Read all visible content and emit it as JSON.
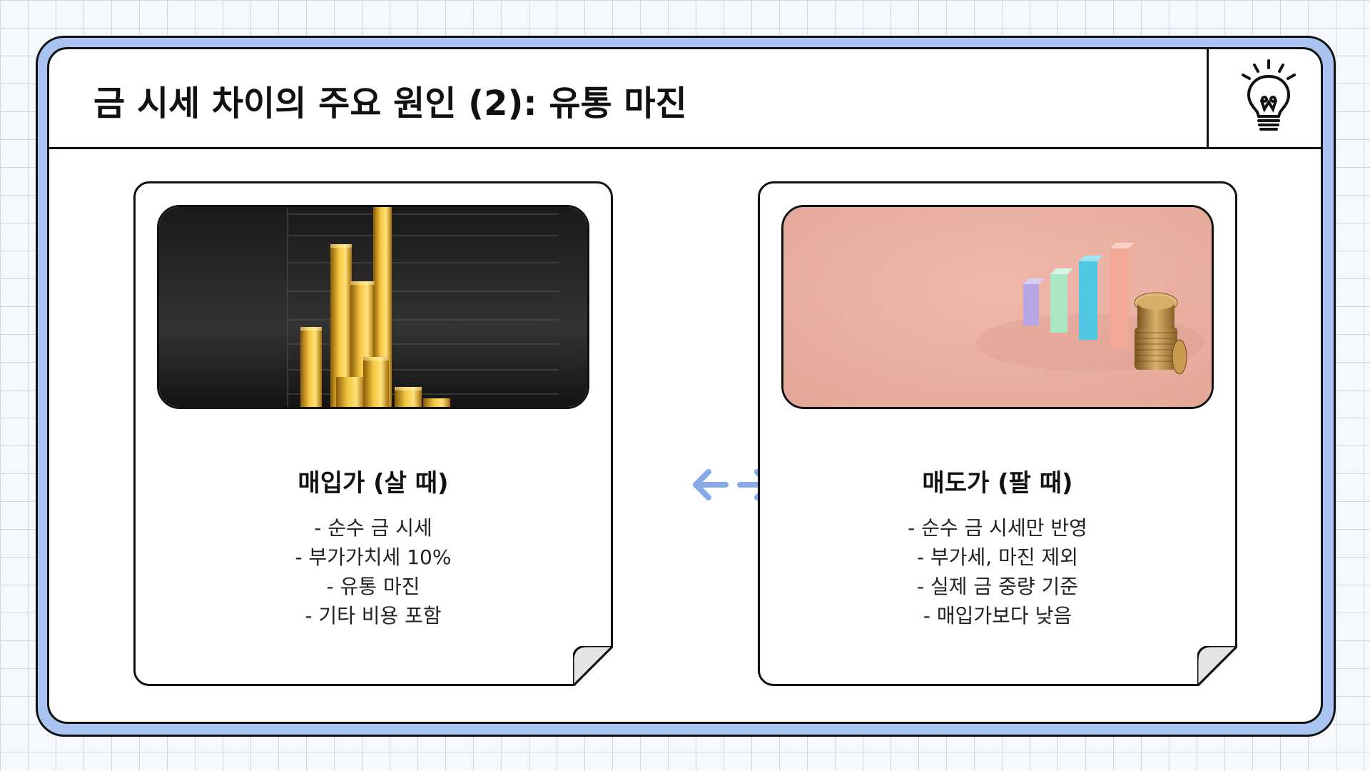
{
  "title": "금 시세 차이의 주요 원인 (2): 유통 마진",
  "header_icon": "lightbulb-icon",
  "center_icon": "double-arrow-icon",
  "accent_color": "#a9c4f0",
  "left_card": {
    "title": "매입가 (살 때)",
    "image": "gold-bar-chart-image",
    "bullets": [
      "- 순수 금 시세",
      "- 부가가치세 10%",
      "- 유통 마진",
      "- 기타 비용 포함"
    ]
  },
  "right_card": {
    "title": "매도가 (팔 때)",
    "image": "pastel-bar-chart-coins-image",
    "bullets": [
      "- 순수 금 시세만 반영",
      "- 부가세, 마진 제외",
      "- 실제 금 중량 기준",
      "- 매입가보다 낮음"
    ]
  }
}
